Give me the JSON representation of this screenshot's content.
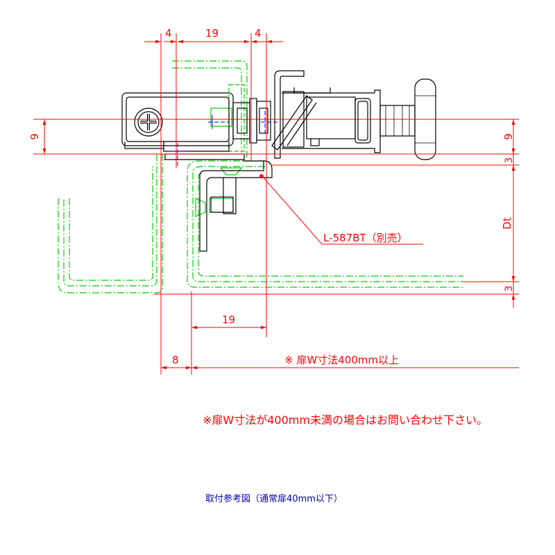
{
  "colors": {
    "dimension": "#ff0000",
    "outline": "#000000",
    "door_frame": "#00cc00",
    "center_line": "#0000ff",
    "caption": "#0000aa"
  },
  "dimensions": {
    "top_left": "4",
    "top_mid": "19",
    "top_right": "4",
    "left_height": "9",
    "right_top": "9",
    "right_gap_top": "3",
    "right_depth": "Dt",
    "right_gap_bottom": "3",
    "bottom_width": "19",
    "bottom_offset": "8",
    "door_width_note": "※ 扉W寸法400mm以上"
  },
  "callout": {
    "part_label": "L-587BT（別売）"
  },
  "notes": {
    "warning": "※扉W寸法が400mm未満の場合はお問い合わせ下さい。",
    "caption": "取付参考図（通常扉40mm以下）"
  }
}
